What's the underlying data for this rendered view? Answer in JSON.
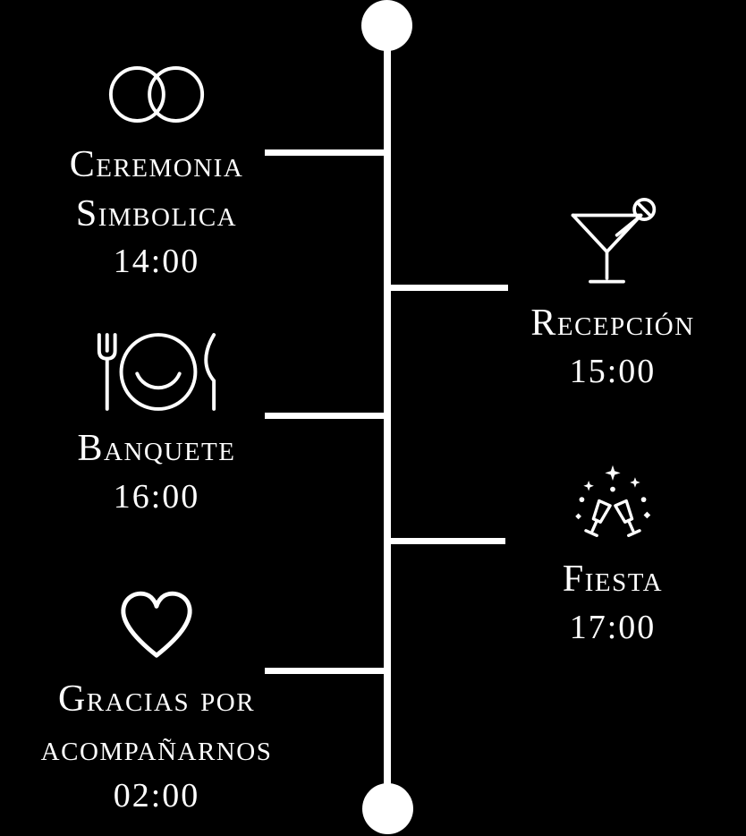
{
  "page": {
    "background": "#000000",
    "foreground": "#ffffff"
  },
  "events": [
    {
      "id": "ceremonia",
      "side": "left",
      "icon": "wedding-rings-icon",
      "lines": [
        "Ceremonia",
        "Simbolica"
      ],
      "time": "14:00"
    },
    {
      "id": "recepcion",
      "side": "right",
      "icon": "cocktail-icon",
      "lines": [
        "Recepción"
      ],
      "time": "15:00"
    },
    {
      "id": "banquete",
      "side": "left",
      "icon": "dinner-plate-icon",
      "lines": [
        "Banquete"
      ],
      "time": "16:00"
    },
    {
      "id": "fiesta",
      "side": "right",
      "icon": "party-cheers-icon",
      "lines": [
        "Fiesta"
      ],
      "time": "17:00"
    },
    {
      "id": "gracias",
      "side": "left",
      "icon": "heart-icon",
      "lines": [
        "Gracias por",
        "acompañarnos"
      ],
      "time": "02:00"
    }
  ]
}
